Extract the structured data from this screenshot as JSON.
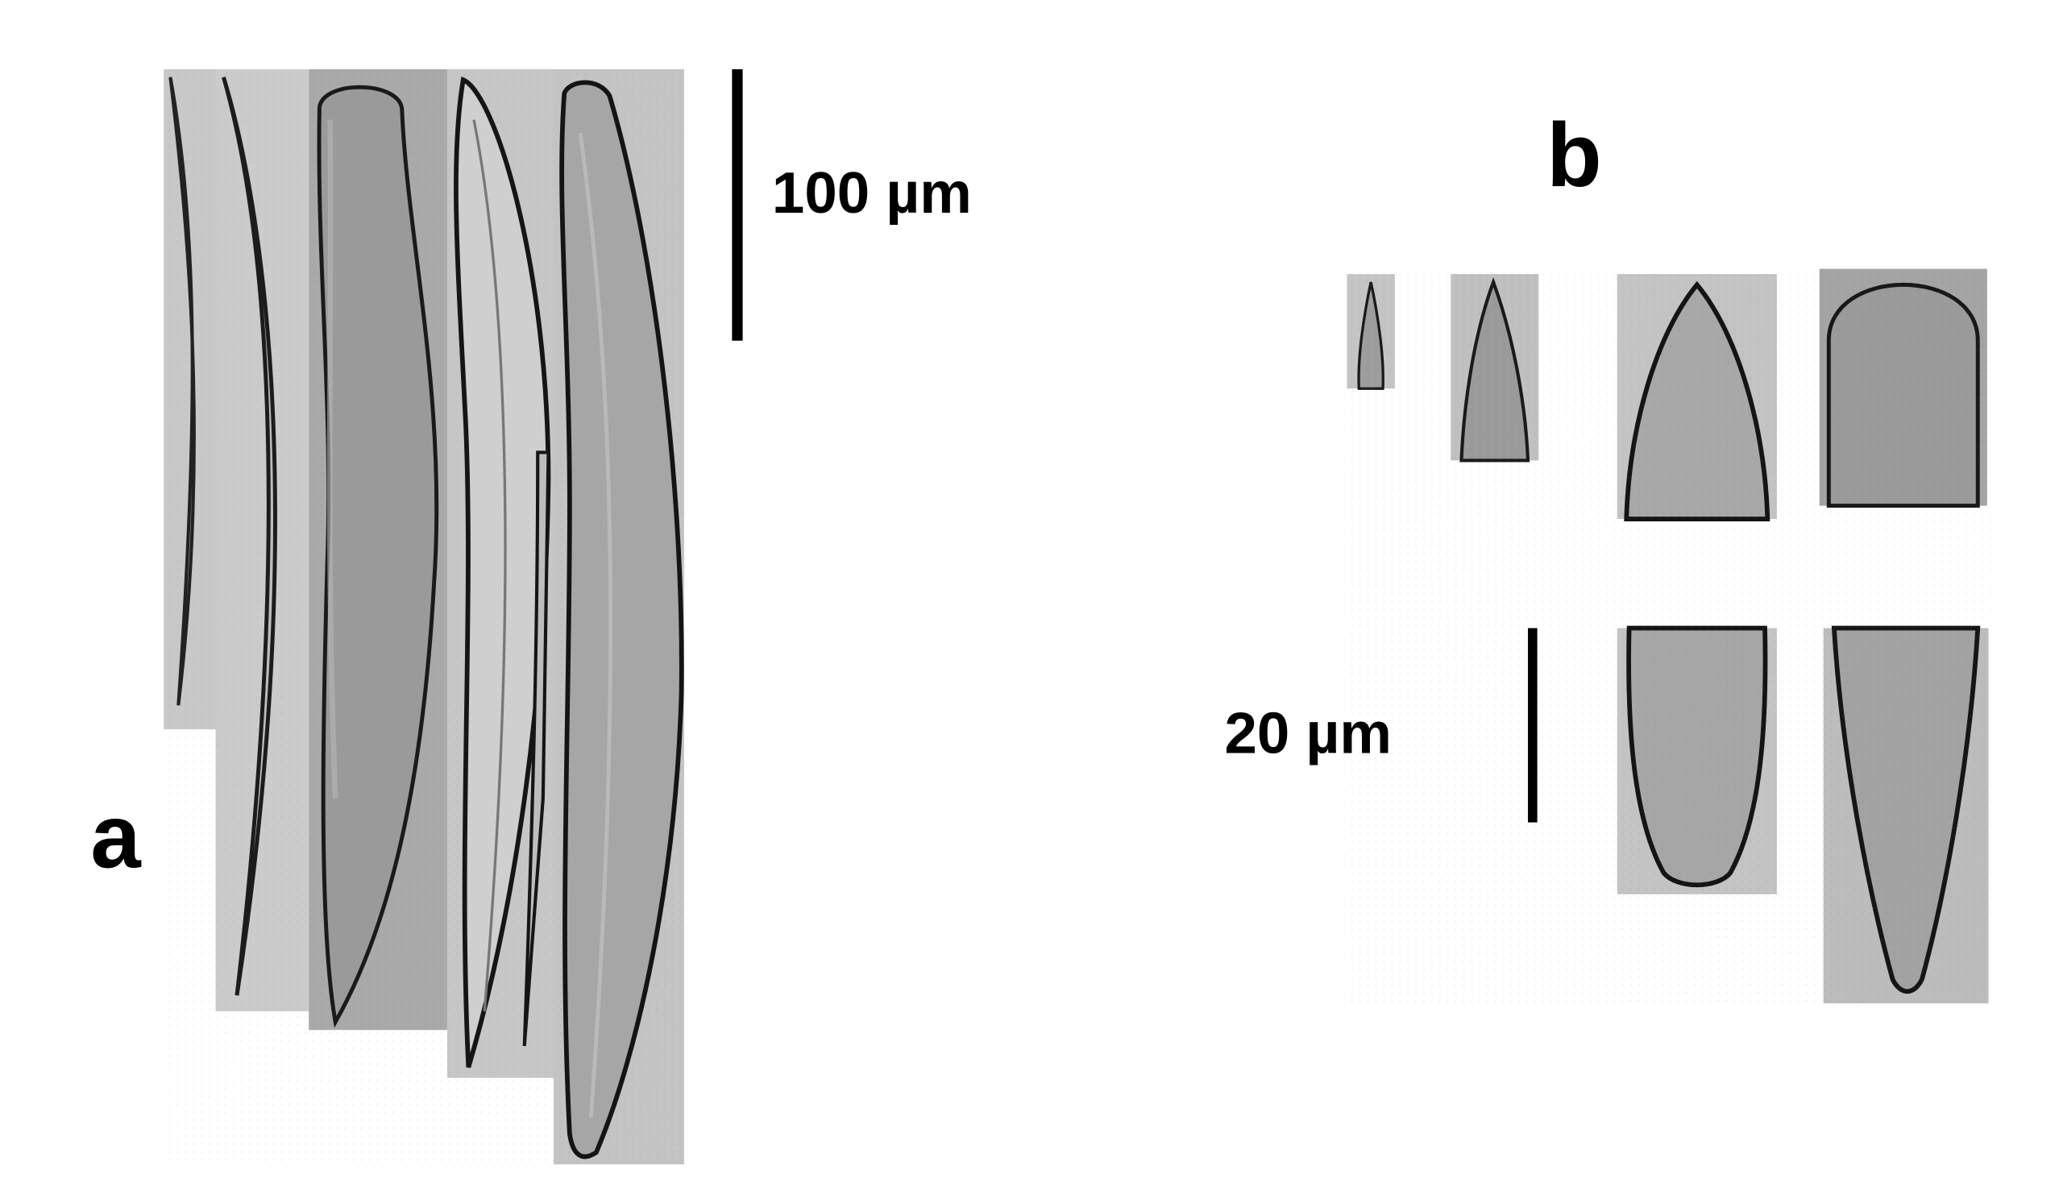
{
  "panel_a": {
    "label": "a",
    "scale_bar_label": "100 µm",
    "spicule_count": 5
  },
  "panel_b": {
    "label": "b",
    "scale_bar_label": "20 µm",
    "tip_count": 6
  }
}
